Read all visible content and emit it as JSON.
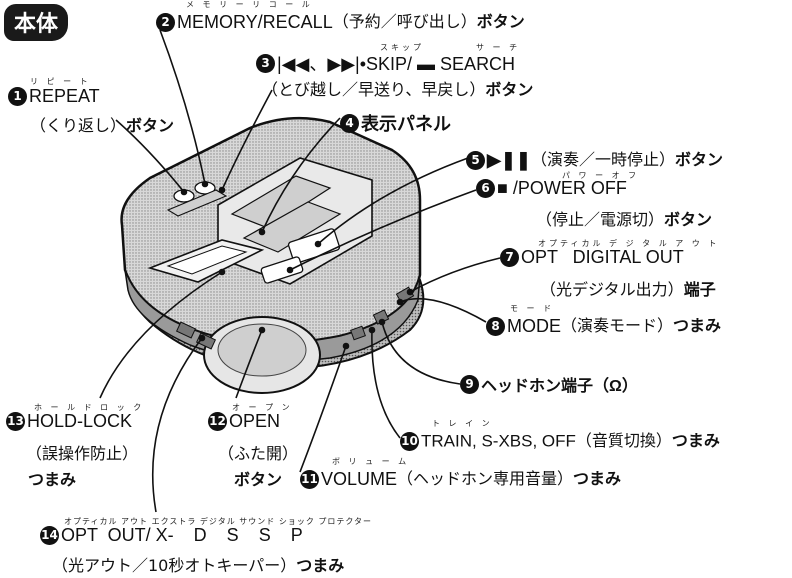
{
  "title": "本体",
  "labels": {
    "l1": {
      "num": "1",
      "ruby": "リ ピ ー ト",
      "name": "REPEAT",
      "line2": "（くり返し）",
      "line2b": "ボタン"
    },
    "l2": {
      "num": "2",
      "ruby": "メ モ リ ー   リ コ ー ル",
      "name": "MEMORY/RECALL",
      "rest": "（予約／呼び出し）",
      "restb": "ボタン"
    },
    "l3": {
      "num": "3",
      "ruby1": "スキップ",
      "ruby2": "サ ー チ",
      "name": "|◀◀、▶▶|•SKIP/ ▬ SEARCH",
      "line2": "（とび越し／早送り、早戻し）",
      "line2b": "ボタン"
    },
    "l4": {
      "num": "4",
      "name": "表示パネル"
    },
    "l5": {
      "num": "5",
      "name": "▶❚❚",
      "rest": "（演奏／一時停止）",
      "restb": "ボタン"
    },
    "l6": {
      "num": "6",
      "ruby": "パ ワ ー  オ フ",
      "name": "■ /POWER OFF",
      "line2": "（停止／電源切）",
      "line2b": "ボタン"
    },
    "l7": {
      "num": "7",
      "ruby": "オプティカル   デ ジ タ ル   ア ウ ト",
      "name": "OPT   DIGITAL OUT",
      "line2": "（光デジタル出力）",
      "line2b": "端子"
    },
    "l8": {
      "num": "8",
      "ruby": "モ ー ド",
      "name": "MODE",
      "rest": "（演奏モード）",
      "restb": "つまみ"
    },
    "l9": {
      "num": "9",
      "name": "ヘッドホン端子（Ω）"
    },
    "l10": {
      "num": "10",
      "ruby": "ト レ イ ン",
      "name": "TRAIN, S-XBS, OFF",
      "rest": "（音質切換）",
      "restb": "つまみ"
    },
    "l11": {
      "num": "11",
      "ruby": "ボ リ ュ ー ム",
      "name": "VOLUME",
      "rest": "（ヘッドホン専用音量）",
      "restb": "つまみ"
    },
    "l12": {
      "num": "12",
      "ruby": "オ ー プ ン",
      "name": "OPEN",
      "line2": "（ふた開）",
      "line3": "ボタン"
    },
    "l13": {
      "num": "13",
      "ruby": "ホ ー ル ド   ロ ッ ク",
      "name": "HOLD-LOCK",
      "line2": "（誤操作防止）",
      "line3": "つまみ"
    },
    "l14": {
      "num": "14",
      "ruby": "オプティカル   アウト   エクストラ デジタル サウンド ショック プロテクター",
      "name": "OPT  OUT/ X-    D    S    S    P",
      "line2": "（光アウト／10秒オトキーパー）",
      "line2b": "つまみ"
    }
  }
}
